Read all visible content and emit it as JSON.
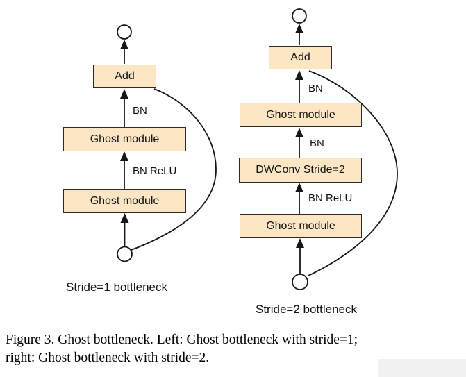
{
  "diagram": {
    "left": {
      "title": "Stride=1 bottleneck",
      "add_label": "Add",
      "bn_label": "BN",
      "ghost1_label": "Ghost module",
      "bn_relu_label": "BN ReLU",
      "ghost2_label": "Ghost module"
    },
    "right": {
      "title": "Stride=2 bottleneck",
      "add_label": "Add",
      "bn1_label": "BN",
      "ghost1_label": "Ghost module",
      "bn2_label": "BN",
      "dwconv_label": "DWConv Stride=2",
      "bn_relu_label": "BN ReLU",
      "ghost2_label": "Ghost module"
    },
    "colors": {
      "box_fill": "#fce6c3",
      "box_border": "#2b2b2b",
      "line": "#161616",
      "watermark": "#f1f1f1"
    }
  },
  "caption": {
    "line1": "Figure 3. Ghost bottleneck. Left: Ghost bottleneck with stride=1;",
    "line2": "right: Ghost bottleneck with stride=2."
  }
}
